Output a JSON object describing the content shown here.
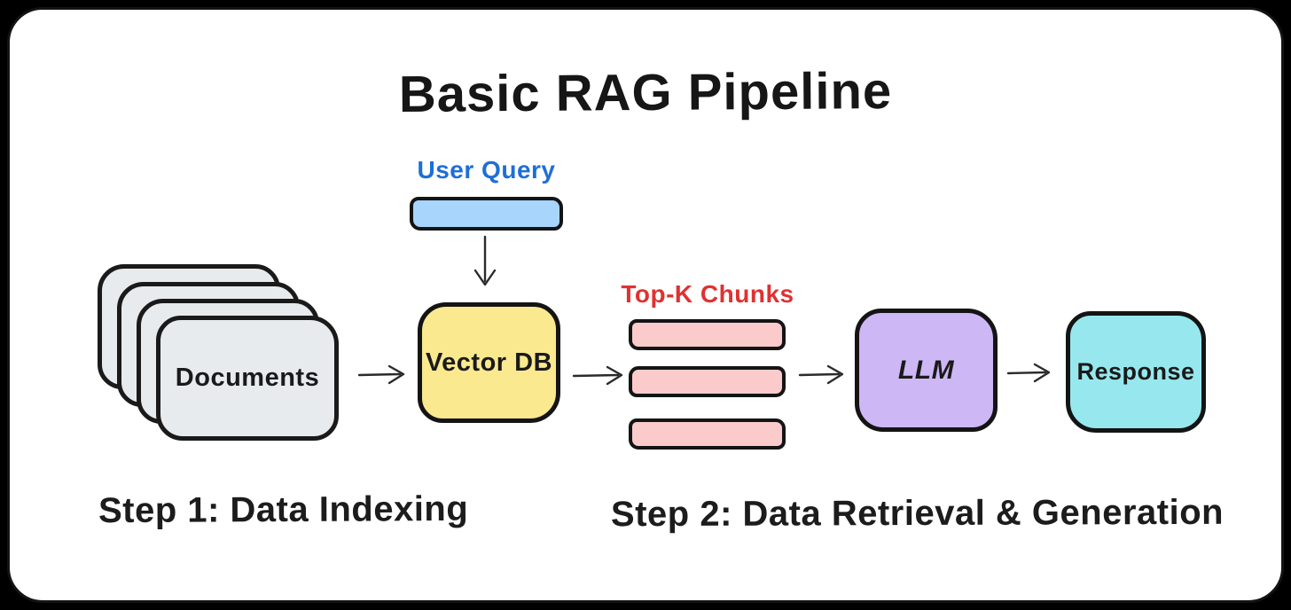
{
  "title": "Basic RAG Pipeline",
  "colors": {
    "background": "#000000",
    "surface": "#ffffff",
    "ink": "#141414",
    "user_query_fill": "#a7d5fb",
    "user_query_label": "#1d6fd6",
    "documents_fill": "#e8ebee",
    "vector_db_fill": "#fae98f",
    "chunks_fill": "#fbcbcb",
    "chunks_label": "#e03131",
    "llm_fill": "#cdb8f5",
    "response_fill": "#97e8ee"
  },
  "nodes": {
    "user_query": {
      "label": "User Query"
    },
    "documents": {
      "label": "Documents",
      "stack_count": 4
    },
    "vector_db": {
      "label": "Vector DB"
    },
    "chunks": {
      "label": "Top-K Chunks",
      "bar_count": 3
    },
    "llm": {
      "label": "LLM"
    },
    "response": {
      "label": "Response"
    }
  },
  "captions": {
    "step1": "Step 1: Data Indexing",
    "step2": "Step 2: Data Retrieval & Generation"
  },
  "flow": [
    "User Query -> Vector DB",
    "Documents -> Vector DB",
    "Vector DB -> Top-K Chunks",
    "Top-K Chunks -> LLM",
    "LLM -> Response"
  ]
}
